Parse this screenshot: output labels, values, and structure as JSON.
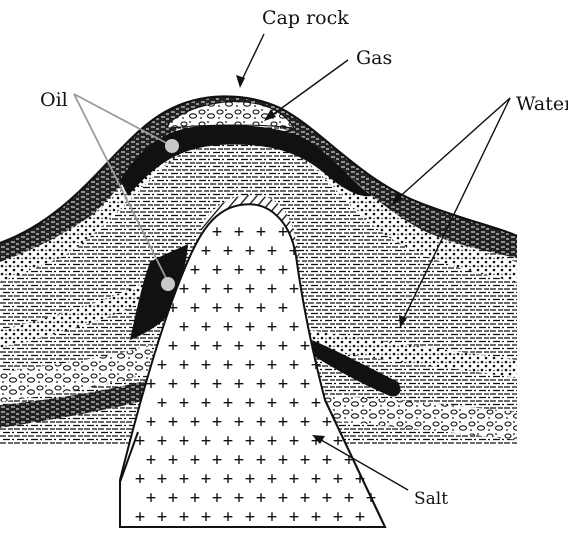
{
  "labels": {
    "cap_rock": "Cap rock",
    "gas": "Gas",
    "water": "Water",
    "oil": "Oil",
    "salt": "Salt"
  },
  "colors": {
    "ink": "#111111",
    "oil_marker": "#c8c8c8",
    "paper": "#ffffff"
  }
}
